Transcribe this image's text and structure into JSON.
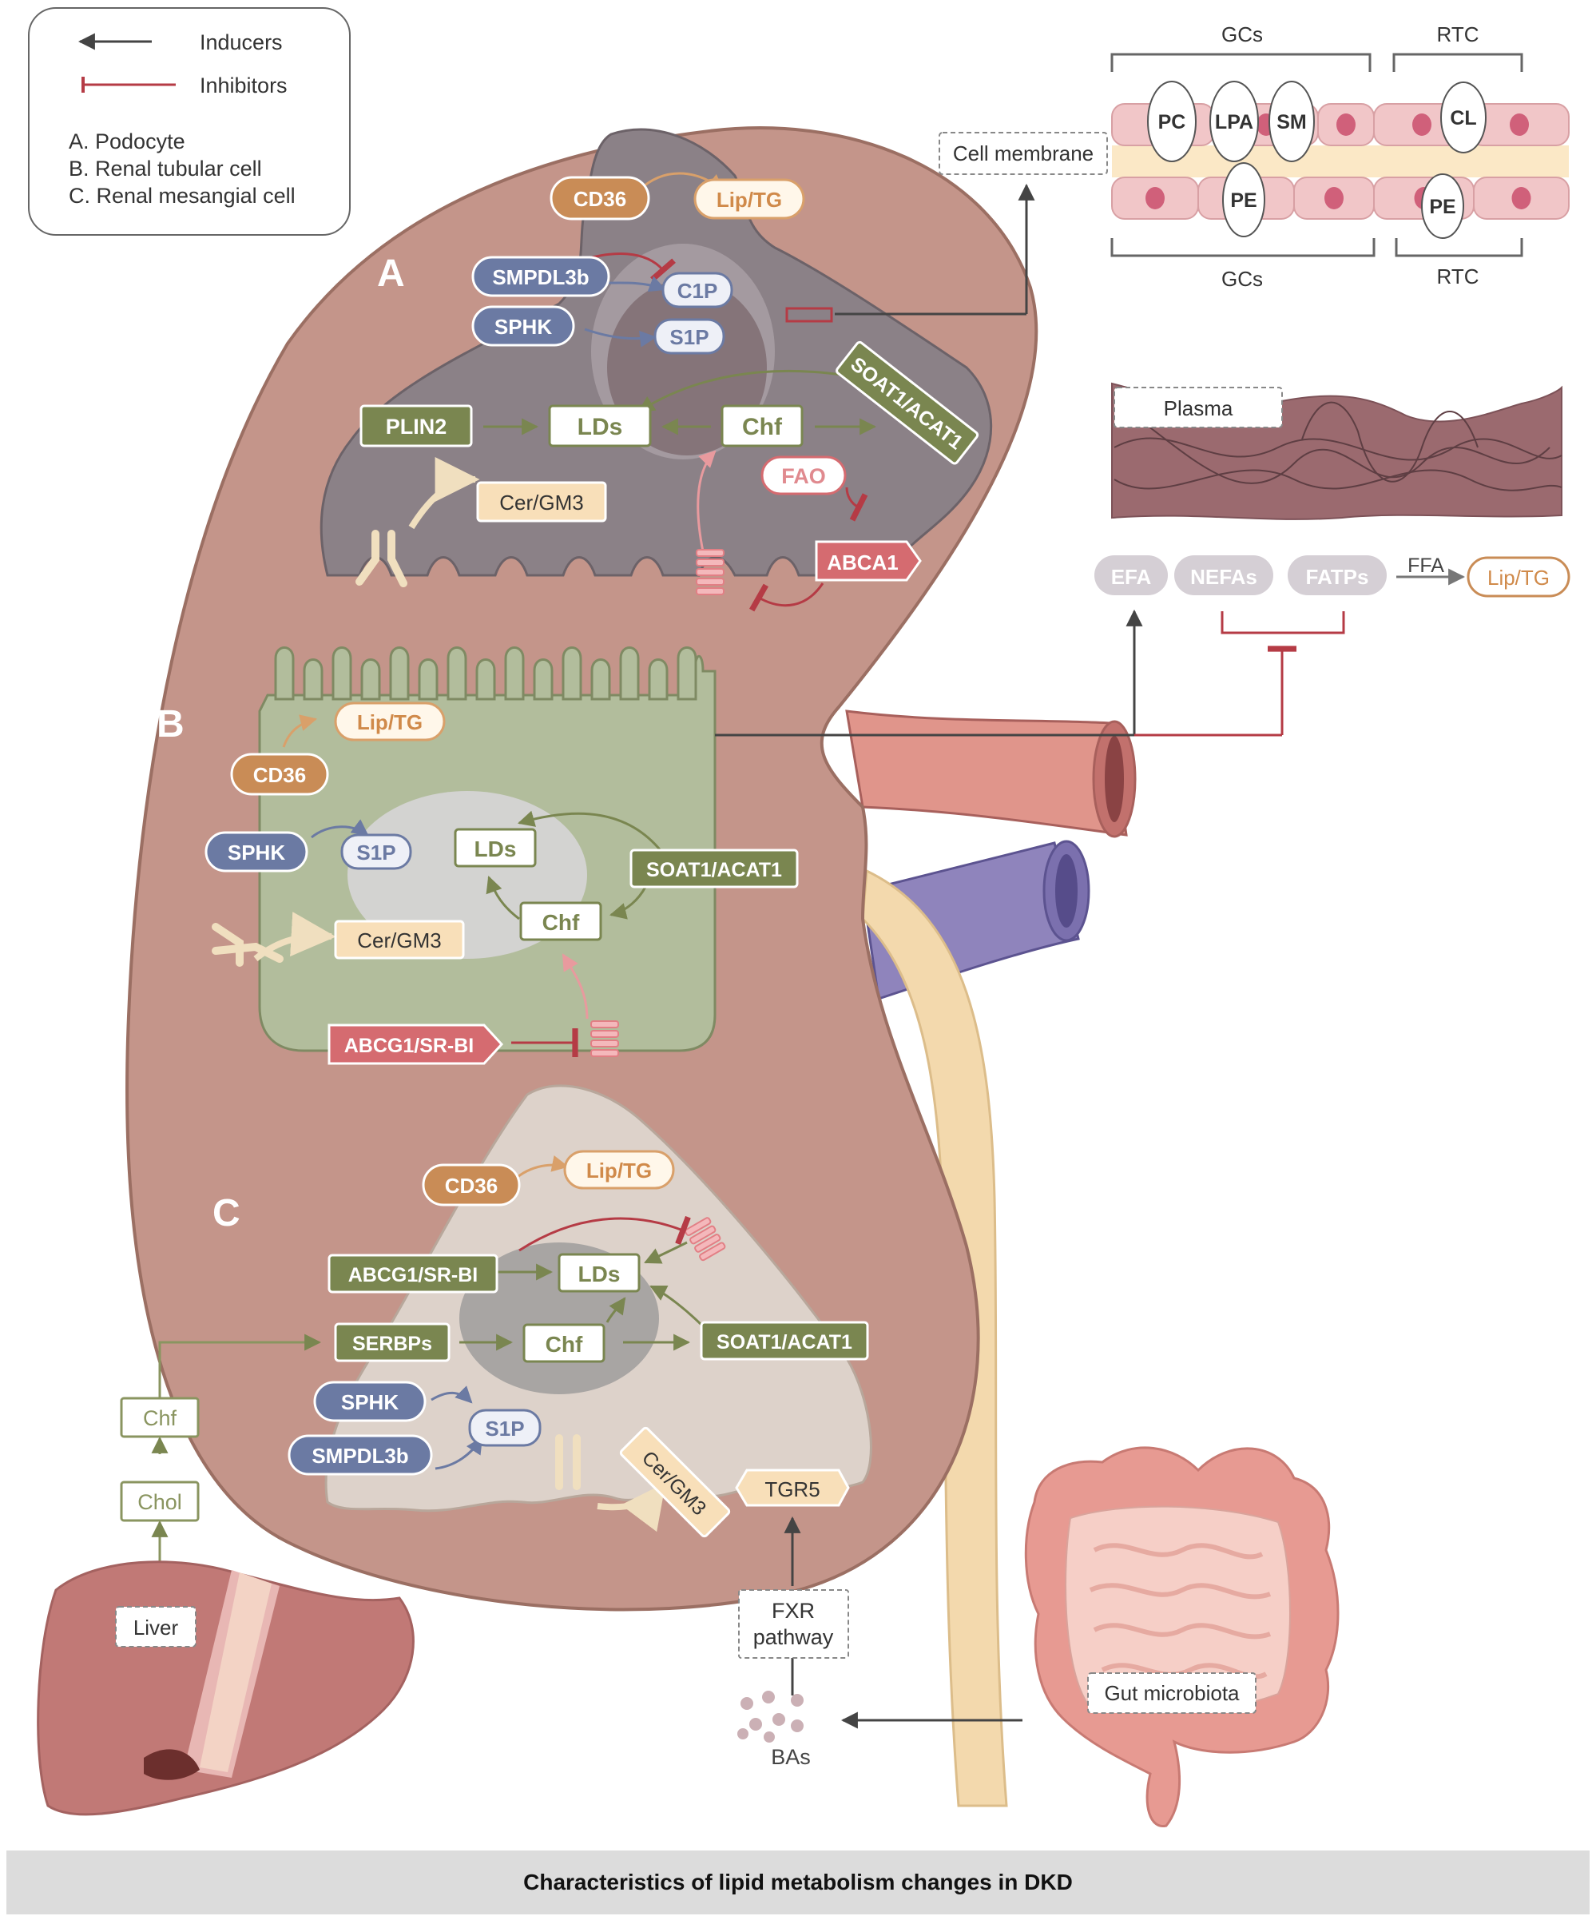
{
  "legend": {
    "inducers": "Inducers",
    "inhibitors": "Inhibitors",
    "cell_a": "A. Podocyte",
    "cell_b": "B. Renal tubular cell",
    "cell_c": "C. Renal mesangial cell"
  },
  "section_letters": {
    "a": "A",
    "b": "B",
    "c": "C"
  },
  "podocyte": {
    "cd36": "CD36",
    "lip_tg": "Lip/TG",
    "smpdl3b": "SMPDL3b",
    "c1p": "C1P",
    "sphk": "SPHK",
    "s1p": "S1P",
    "plin2": "PLIN2",
    "lds": "LDs",
    "chf": "Chf",
    "soat1": "SOAT1/ACAT1",
    "cer_gm3": "Cer/GM3",
    "fao": "FAO",
    "abca1": "ABCA1"
  },
  "tubular": {
    "lip_tg": "Lip/TG",
    "cd36": "CD36",
    "sphk": "SPHK",
    "s1p": "S1P",
    "lds": "LDs",
    "soat1": "SOAT1/ACAT1",
    "chf": "Chf",
    "cer_gm3": "Cer/GM3",
    "abcg1": "ABCG1/SR-BI"
  },
  "mesangial": {
    "cd36": "CD36",
    "lip_tg": "Lip/TG",
    "abcg1": "ABCG1/SR-BI",
    "lds": "LDs",
    "serbps": "SERBPs",
    "chf": "Chf",
    "soat1": "SOAT1/ACAT1",
    "sphk": "SPHK",
    "s1p": "S1P",
    "smpdl3b": "SMPDL3b",
    "cer_gm3": "Cer/GM3",
    "tgr5": "TGR5"
  },
  "membrane": {
    "label": "Cell membrane",
    "gcs_top": "GCs",
    "rtc_top": "RTC",
    "gcs_bottom": "GCs",
    "rtc_bottom": "RTC",
    "pc": "PC",
    "lpa": "LPA",
    "sm": "SM",
    "cl": "CL",
    "pe1": "PE",
    "pe2": "PE"
  },
  "plasma": {
    "label": "Plasma",
    "efa": "EFA",
    "nefas": "NEFAs",
    "fatps": "FATPs",
    "ffa": "FFA",
    "lip_tg": "Lip/TG"
  },
  "systemic": {
    "chf": "Chf",
    "chol": "Chol",
    "liver": "Liver",
    "fxr_line1": "FXR",
    "fxr_line2": "pathway",
    "bas": "BAs",
    "gut": "Gut microbiota"
  },
  "caption": "Characteristics of lipid metabolism changes in DKD",
  "colors": {
    "kidney": "#c4958a",
    "podocyte": "#8a7f85",
    "tubular": "#b3bd9d",
    "mesangial": "#ddd2ca",
    "nucleus": "#9b9a9a",
    "green_box": "#7a8650",
    "blue_pill": "#6b7aa3",
    "orange_pill": "#c98c56",
    "red_box": "#d56b70",
    "inducer": "#444444",
    "inhibitor": "#b53b45"
  }
}
